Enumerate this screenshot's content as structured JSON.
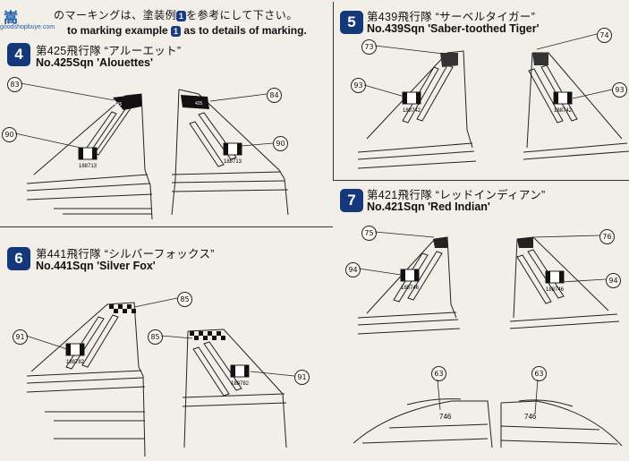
{
  "header": {
    "jp_line": "のマーキングは、塗装例",
    "jp_tail": "を参考にして下さい。",
    "en_line": "to marking example",
    "en_tail": "as to details of marking.",
    "ref_badge": "1"
  },
  "watermark": {
    "text": "嵩",
    "sub": "goodshopbuye.com"
  },
  "sections": [
    {
      "badge": "4",
      "jp": "第425飛行隊 “アルーエット”",
      "en": "No.425Sqn  'Alouettes'",
      "callouts": [
        "83",
        "84",
        "90",
        "90"
      ],
      "serials": [
        "188713",
        "188713"
      ],
      "codes": [
        "425",
        "425"
      ]
    },
    {
      "badge": "5",
      "jp": "第439飛行隊 “サーベルタイガー”",
      "en": "No.439Sqn  'Saber-toothed Tiger'",
      "callouts": [
        "73",
        "74",
        "93",
        "93"
      ],
      "serials": [
        "188742",
        "188742"
      ]
    },
    {
      "badge": "6",
      "jp": "第441飛行隊 “シルバーフォックス”",
      "en": "No.441Sqn  'Silver Fox'",
      "callouts": [
        "85",
        "85",
        "91",
        "91"
      ],
      "serials": [
        "188782",
        "188782"
      ]
    },
    {
      "badge": "7",
      "jp": "第421飛行隊 “レッドインディアン”",
      "en": "No.421Sqn  'Red Indian'",
      "callouts": [
        "75",
        "76",
        "94",
        "94",
        "63",
        "63"
      ],
      "serials": [
        "188746",
        "188746"
      ],
      "codes": [
        "746",
        "746"
      ]
    }
  ]
}
